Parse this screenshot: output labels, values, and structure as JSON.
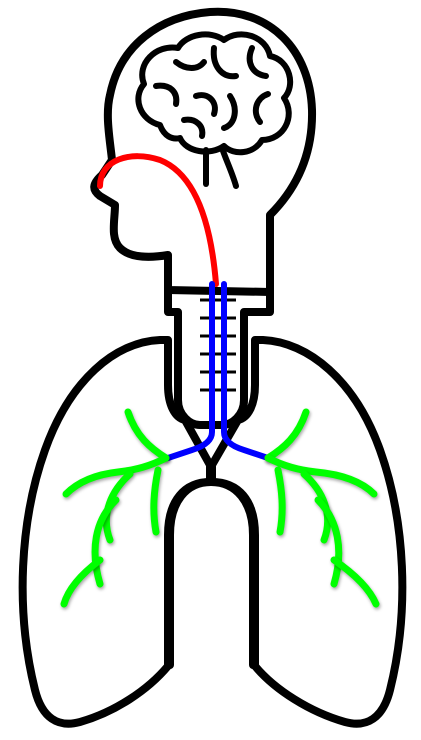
{
  "diagram": {
    "colors": {
      "outline": "#000000",
      "upper_airway": "#ff0000",
      "trachea_main_bronchi": "#0000ff",
      "bronchioles": "#00ff00",
      "background": "#ffffff"
    },
    "parts": [
      "head-outline-icon",
      "brain-icon",
      "lungs-icon",
      "trachea-icon",
      "upper-airway-path",
      "trachea-bronchi-path",
      "bronchiole-branches"
    ]
  }
}
